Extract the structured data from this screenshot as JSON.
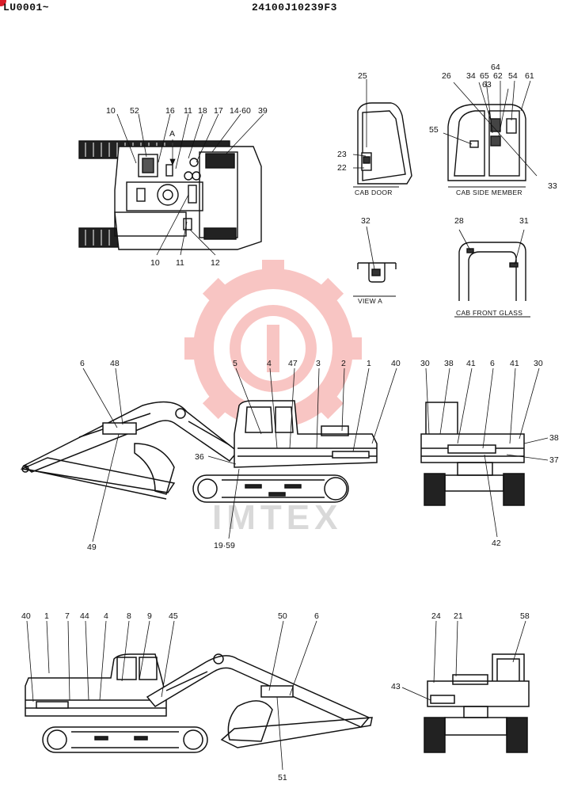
{
  "header": {
    "left_code": "LU0001~",
    "right_code": "24100J10239F3"
  },
  "watermark": {
    "text": "IMTEX",
    "color": "#e8322d"
  },
  "captions": {
    "view_a_label": "A",
    "cab_door": "CAB DOOR",
    "cab_side_member": "CAB SIDE MEMBER",
    "view_a": "VIEW A",
    "cab_front_glass": "CAB FRONT GLASS"
  },
  "callouts": {
    "top_view": [
      "10",
      "52",
      "16",
      "11",
      "18",
      "17",
      "14·60",
      "39",
      "10",
      "11",
      "12"
    ],
    "cab_door": [
      "25",
      "23",
      "22"
    ],
    "cab_side_member": [
      "64",
      "26",
      "34",
      "65",
      "62",
      "63",
      "54",
      "61",
      "55",
      "33"
    ],
    "view_a": [
      "32"
    ],
    "cab_front_glass": [
      "28",
      "31"
    ],
    "left_side": [
      "6",
      "48",
      "5",
      "4",
      "47",
      "3",
      "2",
      "1",
      "40",
      "36",
      "49",
      "19·59"
    ],
    "rear": [
      "30",
      "38",
      "41",
      "6",
      "41",
      "30",
      "38",
      "37",
      "42"
    ],
    "right_side": [
      "40",
      "1",
      "7",
      "44",
      "4",
      "8",
      "9",
      "45",
      "50",
      "6",
      "51"
    ],
    "front": [
      "24",
      "21",
      "58",
      "43"
    ]
  }
}
